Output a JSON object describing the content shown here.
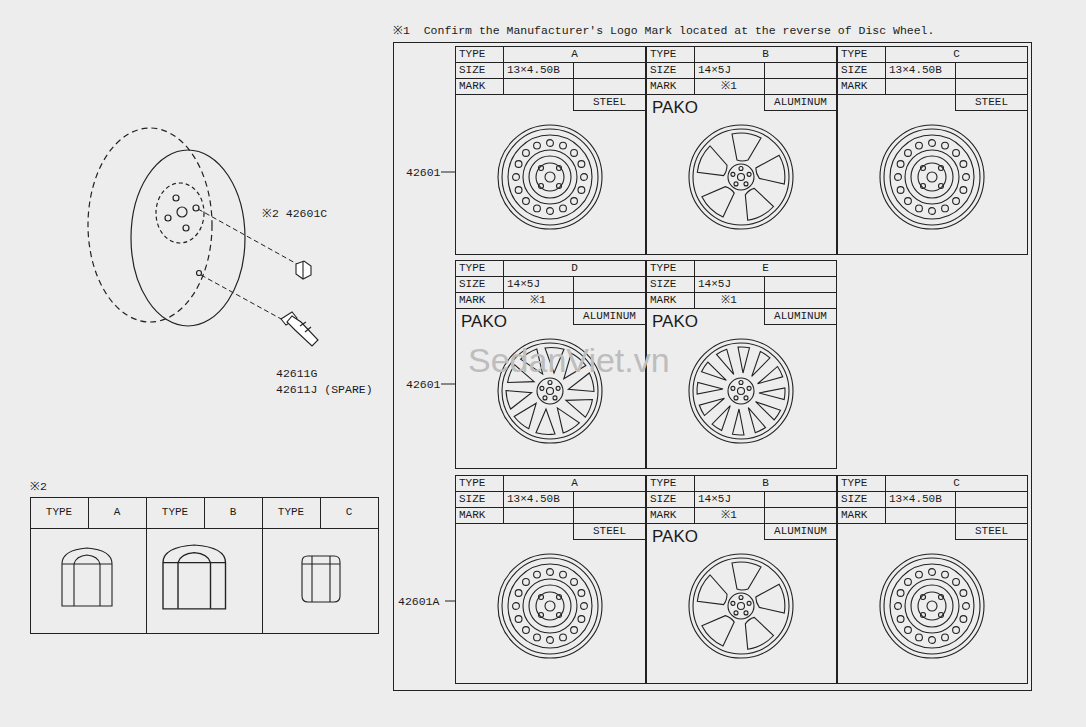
{
  "diagram": {
    "nodes": [
      {
        "text": [
          "※1  Confirm the Manufacturer's Logo Mark located at the reverse of Disc Wheel."
        ]
      },
      {
        "text": [
          "TYPE",
          "A",
          "SIZE",
          "13×4.50B",
          "MARK",
          "STEEL"
        ],
        "in": 0
      },
      {
        "text": [
          "TYPE",
          "B",
          "SIZE",
          "14×5J",
          "MARK",
          "※1",
          "ALUMINUM",
          "PAKO"
        ],
        "in": 0
      },
      {
        "text": [
          "TYPE",
          "C",
          "SIZE",
          "13×4.50B",
          "MARK",
          "STEEL"
        ],
        "in": 0
      },
      {
        "text": [
          "TYPE",
          "D",
          "SIZE",
          "14×5J",
          "MARK",
          "※1",
          "ALUMINUM",
          "PAKO"
        ],
        "in": 0
      },
      {
        "text": [
          "TYPE",
          "E",
          "SIZE",
          "14×5J",
          "MARK",
          "※1",
          "ALUMINUM",
          "PAKO"
        ],
        "in": 0
      },
      {
        "text": [
          "TYPE",
          "A",
          "SIZE",
          "13×4.50B",
          "MARK",
          "STEEL"
        ],
        "in": 0
      },
      {
        "text": [
          "TYPE",
          "B",
          "SIZE",
          "14×5J",
          "MARK",
          "※1",
          "ALUMINUM",
          "PAKO"
        ],
        "in": 0
      },
      {
        "text": [
          "TYPE",
          "C",
          "SIZE",
          "13×4.50B",
          "MARK",
          "STEEL"
        ],
        "in": 0
      },
      {
        "text": [
          "※2"
        ]
      },
      {
        "text": [
          "TYPE",
          "A"
        ],
        "in": 9
      },
      {
        "text": [
          "TYPE",
          "B"
        ],
        "in": 9
      },
      {
        "text": [
          "TYPE",
          "C"
        ],
        "in": 9
      }
    ],
    "labels": [
      "※2 42601C",
      "42611G",
      "42611J (SPARE)",
      "42601",
      "42601",
      "42601A",
      "SedanViet.vn"
    ]
  }
}
